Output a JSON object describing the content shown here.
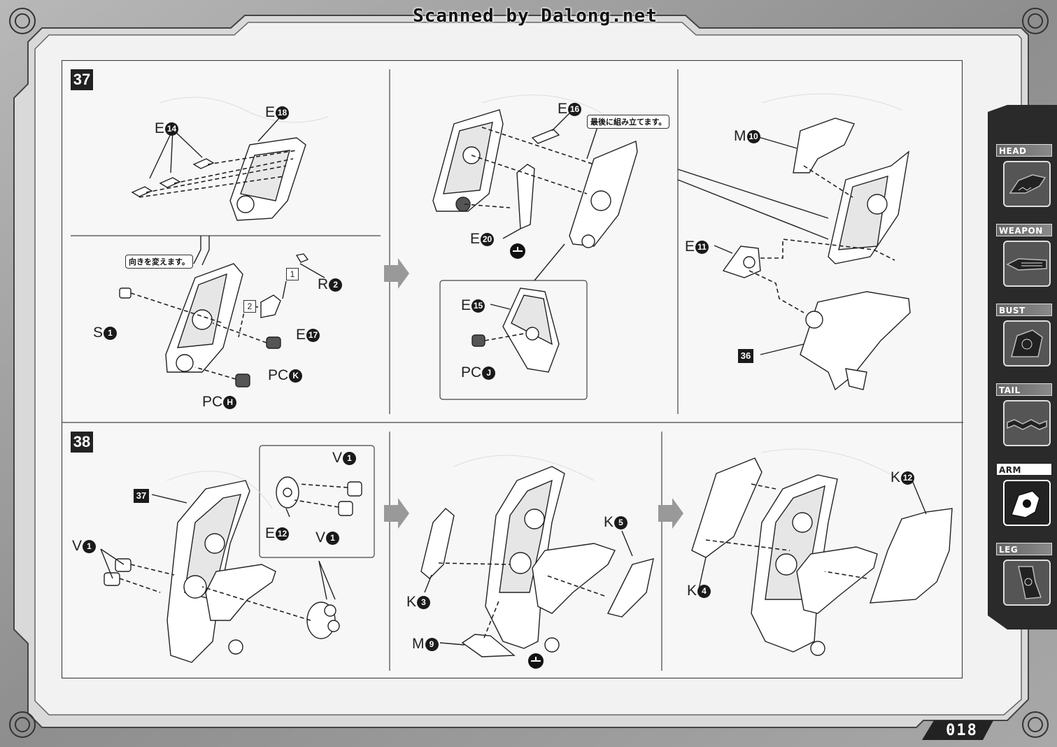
{
  "watermark": "Scanned by Dalong.net",
  "page_number": "018",
  "steps": [
    {
      "number": "37"
    },
    {
      "number": "38"
    }
  ],
  "notes": {
    "rotate": "向きを変えます。",
    "assemble_last": "最後に組み立てます。"
  },
  "sub_steps": [
    "1",
    "2"
  ],
  "labels": {
    "s37a": [
      {
        "letter": "E",
        "num": "14"
      },
      {
        "letter": "E",
        "num": "18"
      }
    ],
    "s37b": [
      {
        "letter": "S",
        "num": "1"
      },
      {
        "letter": "R",
        "num": "2"
      },
      {
        "letter": "E",
        "num": "17"
      },
      {
        "letter": "PC",
        "num": "K"
      },
      {
        "letter": "PC",
        "num": "H"
      }
    ],
    "s37c": [
      {
        "letter": "E",
        "num": "16"
      },
      {
        "letter": "E",
        "num": "20"
      },
      {
        "letter": "E",
        "num": "15"
      },
      {
        "letter": "PC",
        "num": "J"
      }
    ],
    "s37d": [
      {
        "letter": "M",
        "num": "10"
      },
      {
        "letter": "E",
        "num": "11"
      },
      {
        "ref": "36"
      }
    ],
    "s38a": [
      {
        "ref": "37"
      },
      {
        "letter": "V",
        "num": "1"
      },
      {
        "letter": "V",
        "num": "1"
      },
      {
        "letter": "E",
        "num": "12"
      },
      {
        "letter": "V",
        "num": "1"
      }
    ],
    "s38b": [
      {
        "letter": "K",
        "num": "5"
      },
      {
        "letter": "K",
        "num": "3"
      },
      {
        "letter": "M",
        "num": "9"
      }
    ],
    "s38c": [
      {
        "letter": "K",
        "num": "12"
      },
      {
        "letter": "K",
        "num": "4"
      }
    ]
  },
  "tabs": [
    {
      "label": "HEAD",
      "icon": "head-icon"
    },
    {
      "label": "WEAPON",
      "icon": "weapon-icon"
    },
    {
      "label": "BUST",
      "icon": "bust-icon"
    },
    {
      "label": "TAIL",
      "icon": "tail-icon"
    },
    {
      "label": "ARM",
      "icon": "arm-icon",
      "active": true
    },
    {
      "label": "LEG",
      "icon": "leg-icon"
    }
  ]
}
